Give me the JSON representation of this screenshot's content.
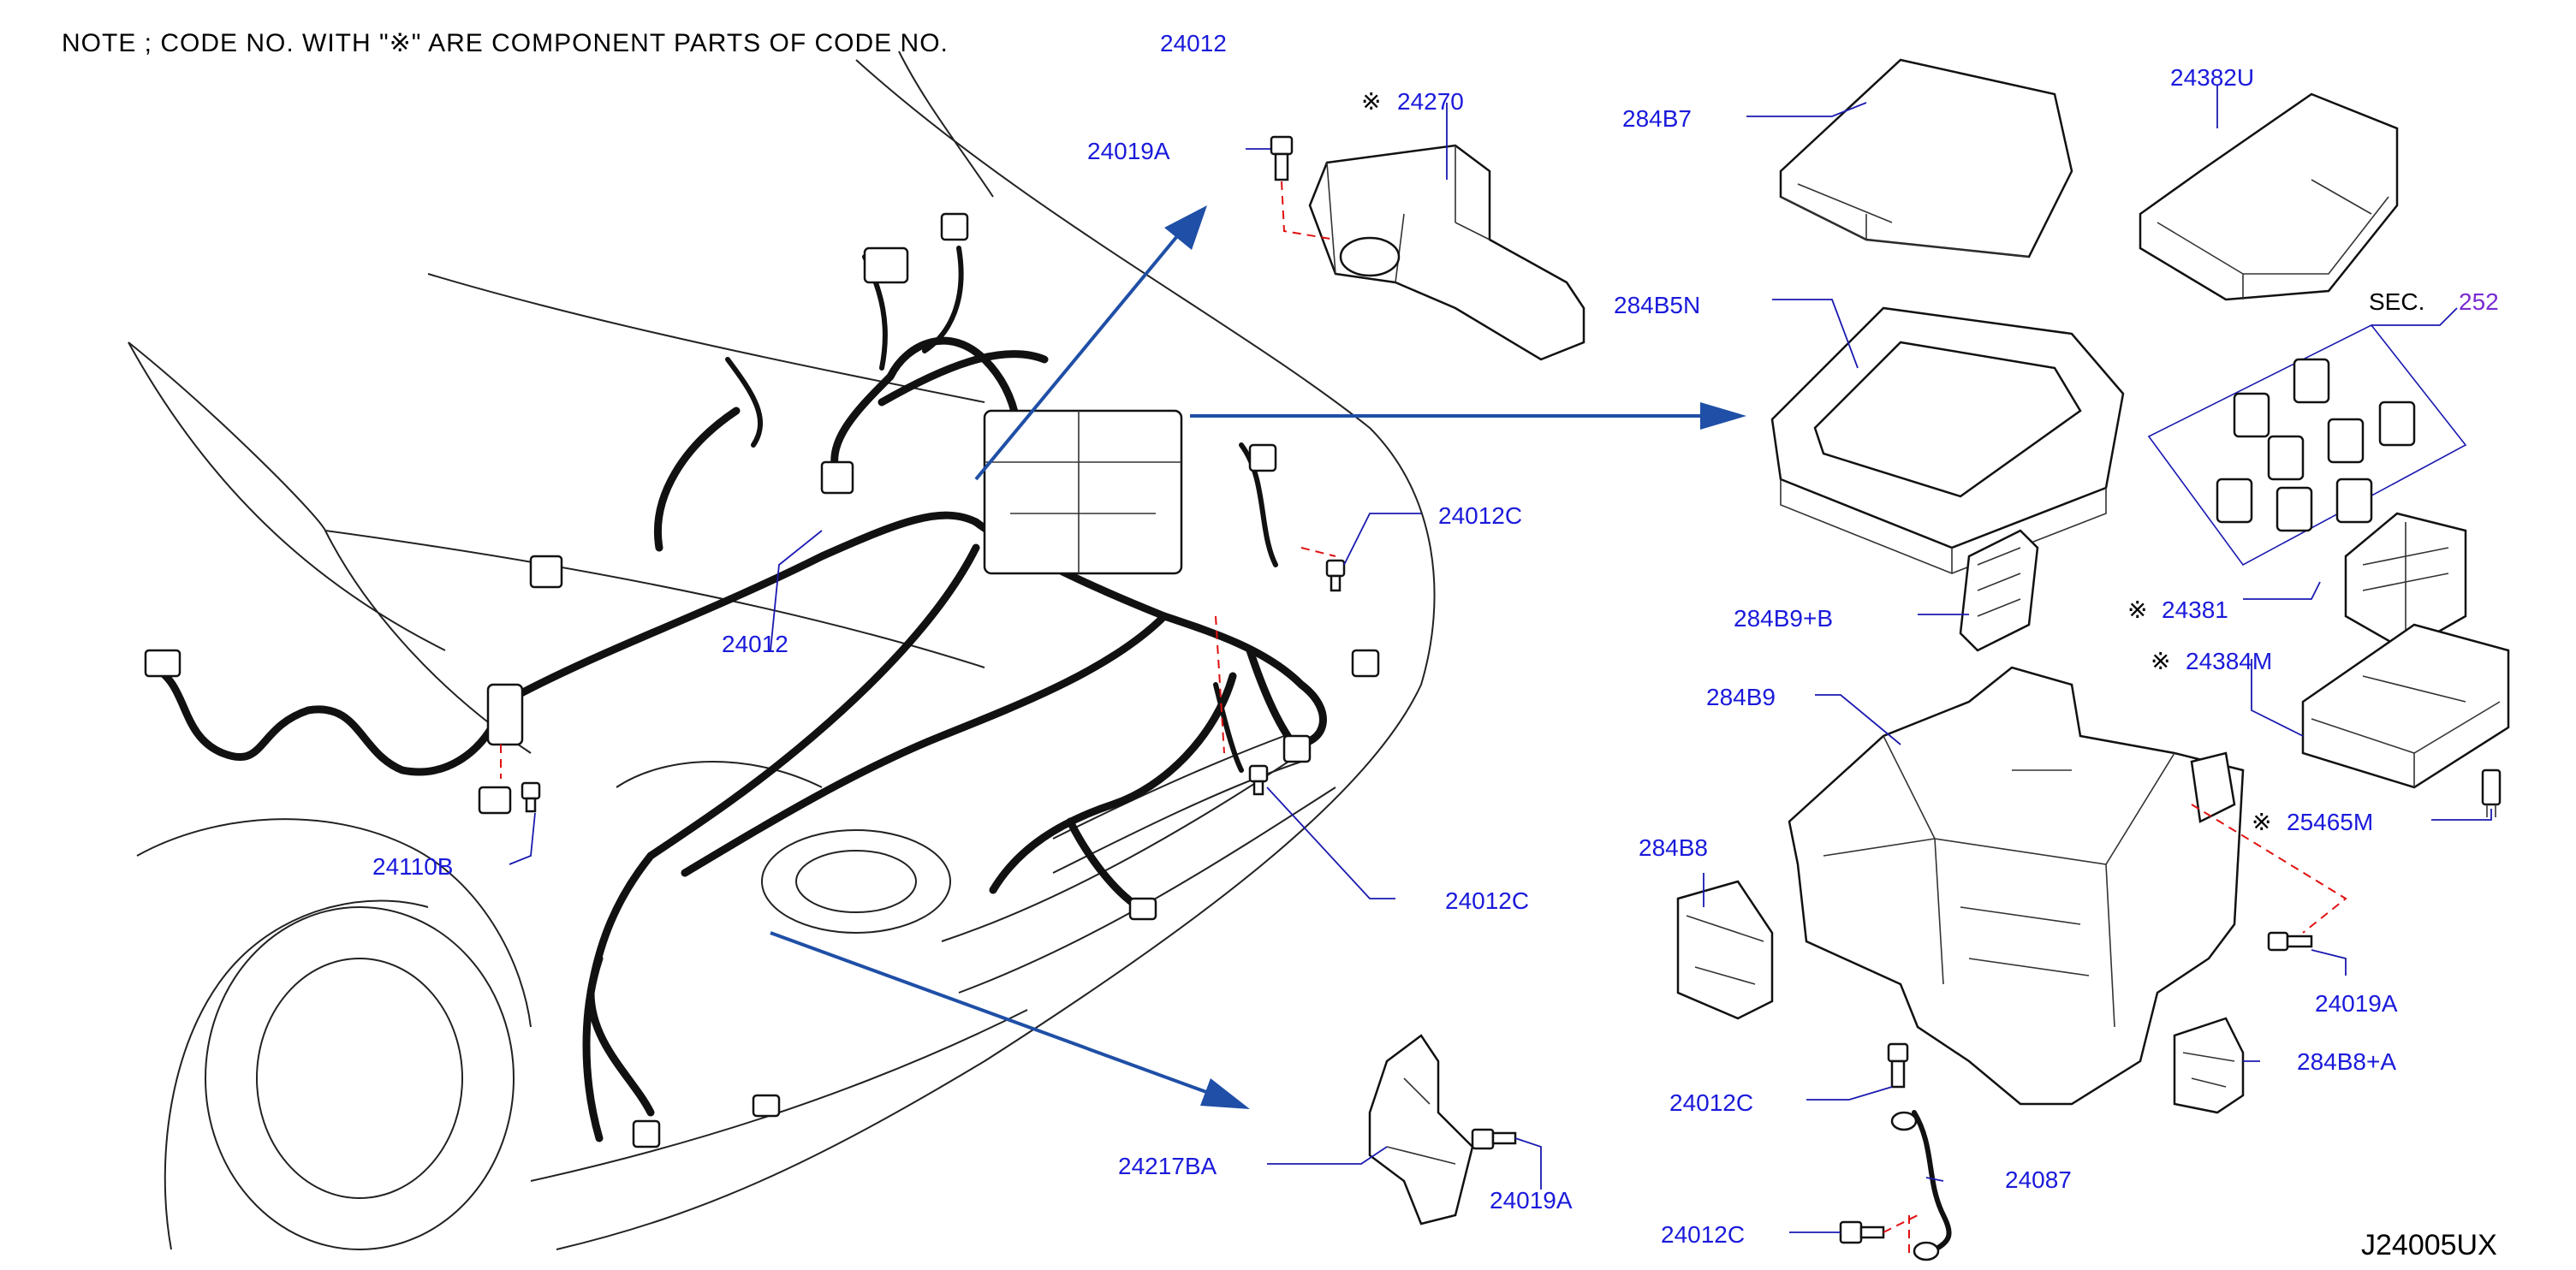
{
  "note": {
    "prefix": "NOTE ; CODE NO. WITH \"",
    "symbol": "※",
    "suffix": "\" ARE COMPONENT PARTS OF CODE NO.",
    "code": "24012"
  },
  "symbol_glyph": "※",
  "sec": {
    "label": "SEC.",
    "number": "252"
  },
  "reference_code": "J24005UX",
  "parts": {
    "p24012_main": "24012",
    "p24019A_top": "24019A",
    "p24270": "24270",
    "p284B7": "284B7",
    "p24382U": "24382U",
    "p284B5N": "284B5N",
    "p24012C_a": "24012C",
    "p284B9B": "284B9+B",
    "p24381": "24381",
    "p24384M": "24384M",
    "p284B9": "284B9",
    "p25465M": "25465M",
    "p284B8": "284B8",
    "p24110B": "24110B",
    "p24012C_b": "24012C",
    "p24019A_right": "24019A",
    "p284B8A": "284B8+A",
    "p24012C_c": "24012C",
    "p24217BA": "24217BA",
    "p24019A_bottom": "24019A",
    "p24087": "24087",
    "p24012C_d": "24012C"
  },
  "colors": {
    "part_label": "#1a1adb",
    "arrow": "#1f4fa6",
    "dashed_guide": "#e01010",
    "sec_number": "#7a2bd0"
  }
}
